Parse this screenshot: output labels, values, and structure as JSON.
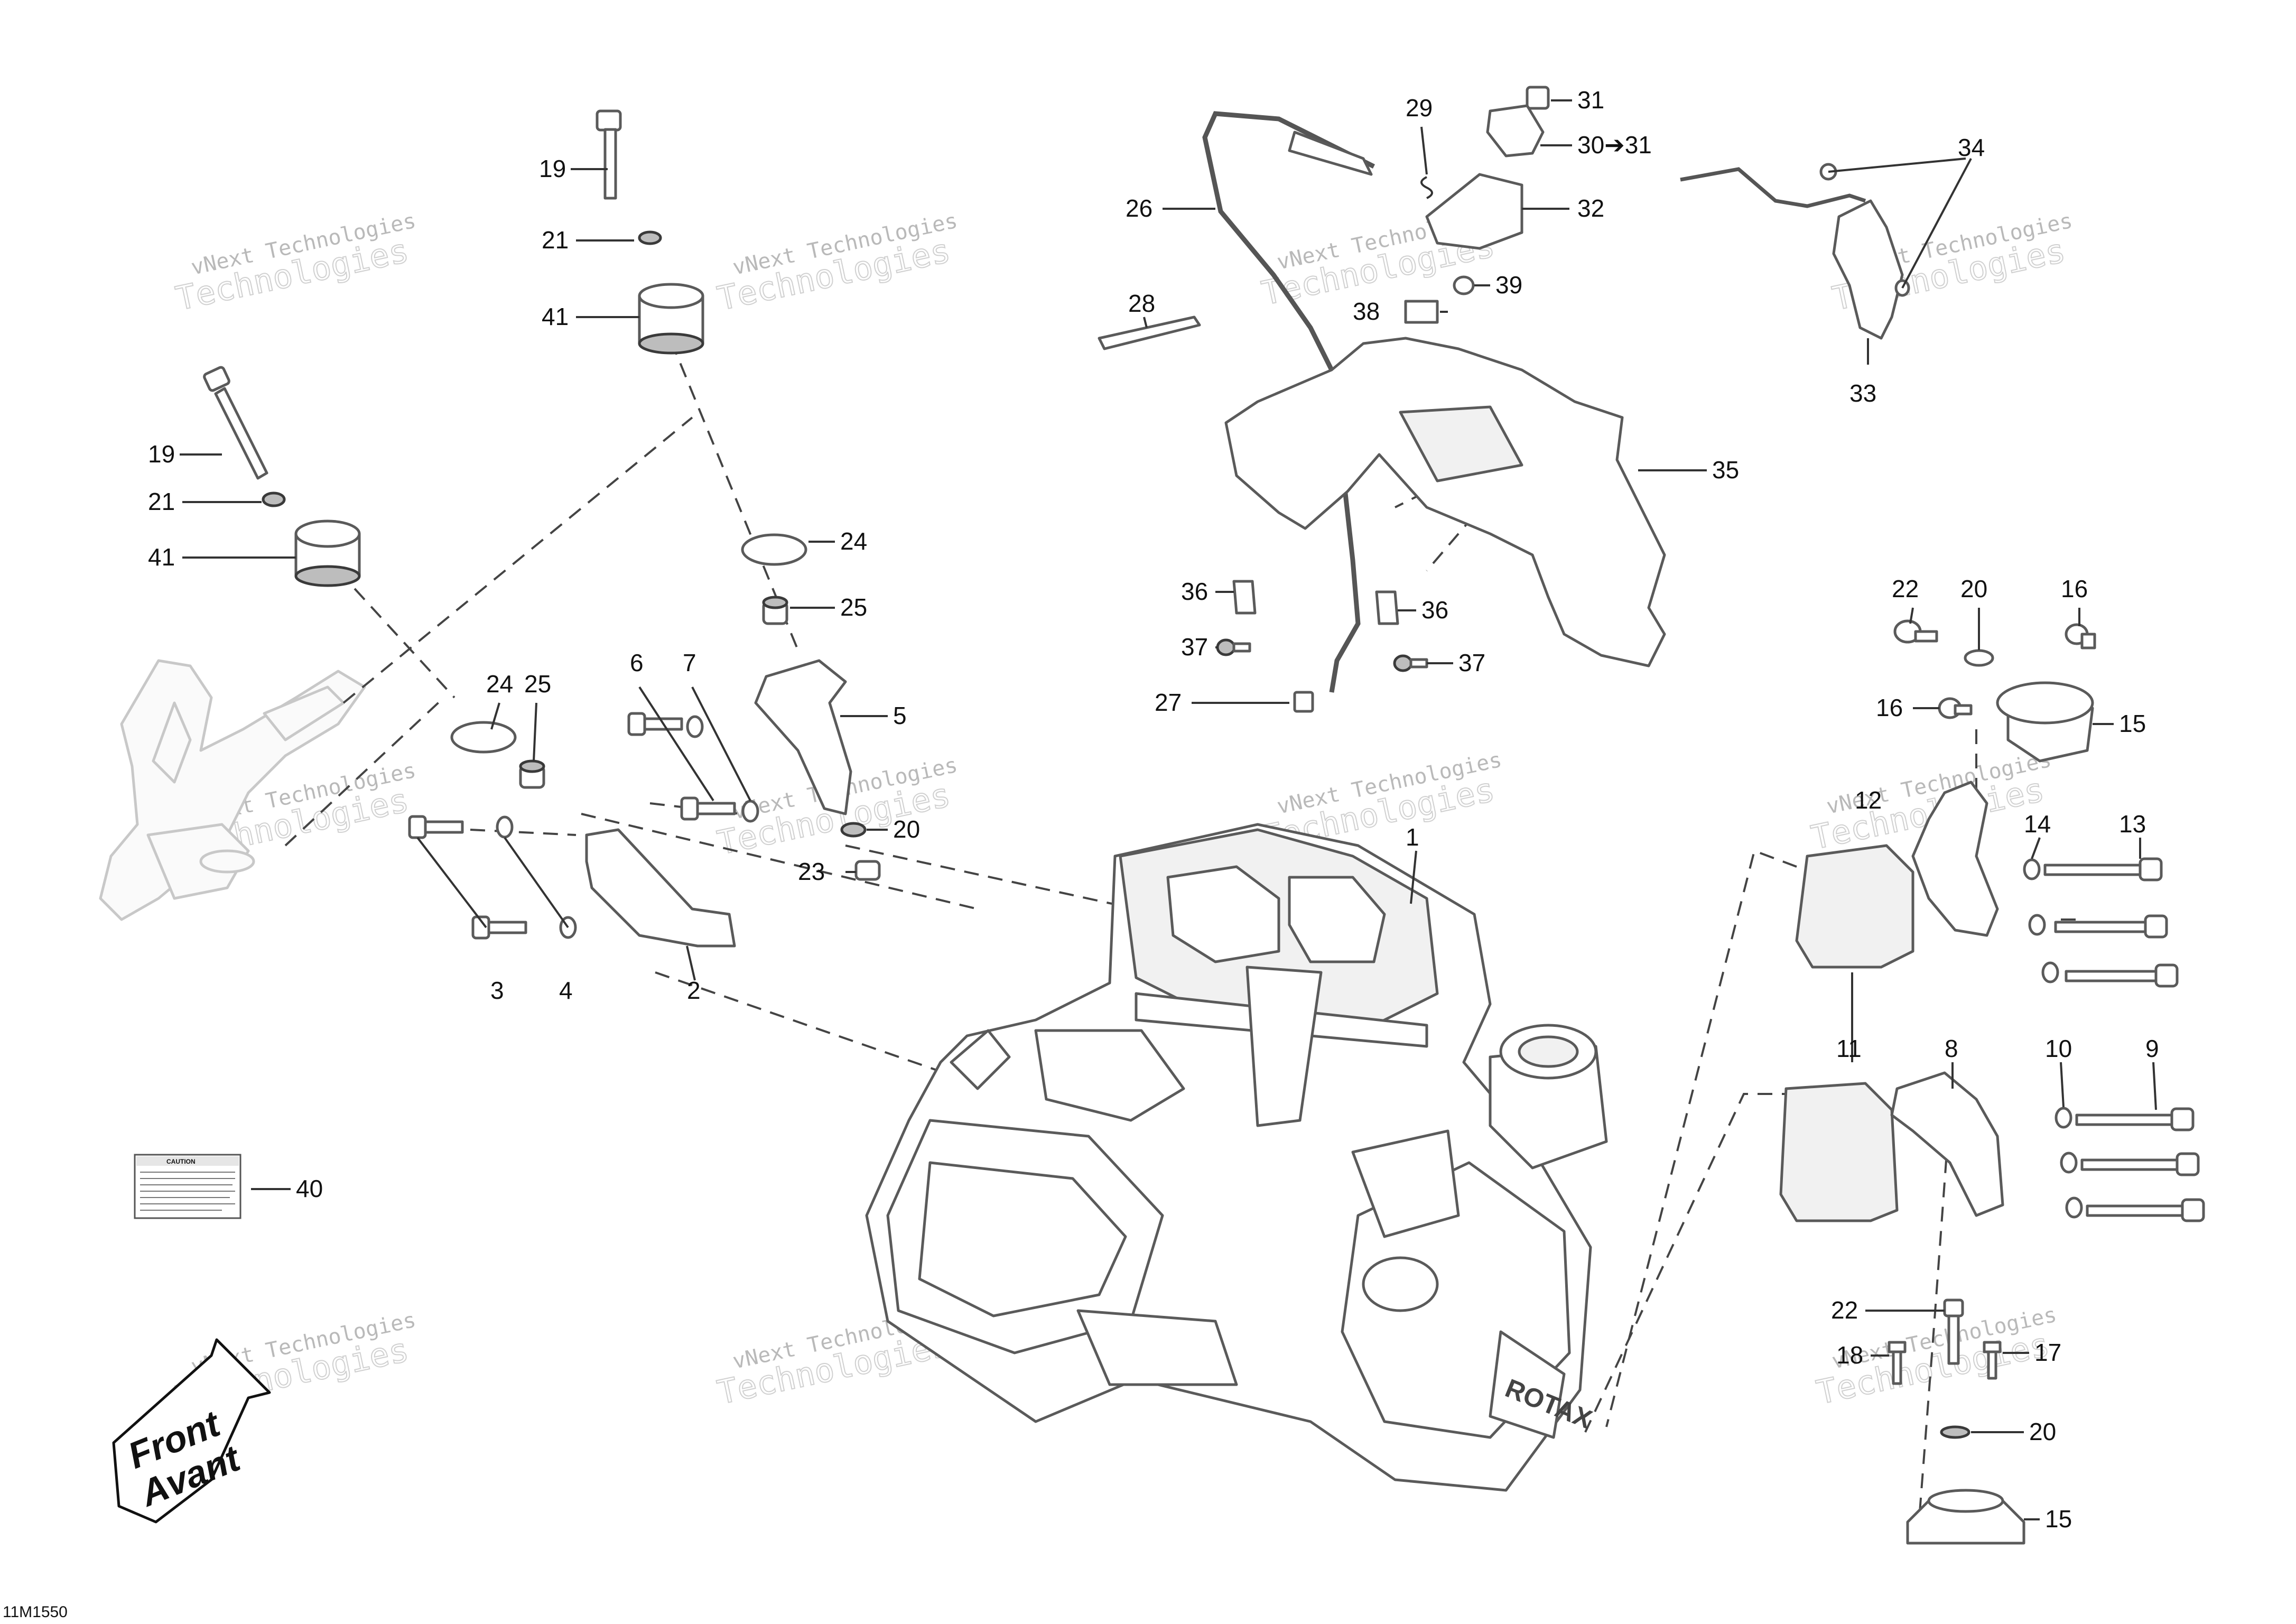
{
  "diagram_id": "11M1550",
  "watermark_lines": [
    "vNext Technologies",
    "Technologies"
  ],
  "caution_label_title": "CAUTION",
  "front_arrow": {
    "line1": "Front",
    "line2": "Avant"
  },
  "callouts": {
    "c1": "1",
    "c2": "2",
    "c3": "3",
    "c4": "4",
    "c5": "5",
    "c6": "6",
    "c7": "7",
    "c8": "8",
    "c9": "9",
    "c10": "10",
    "c11": "11",
    "c12": "12",
    "c13": "13",
    "c14": "14",
    "c15a": "15",
    "c15b": "15",
    "c16a": "16",
    "c16b": "16",
    "c17": "17",
    "c18": "18",
    "c19a": "19",
    "c19b": "19",
    "c20a": "20",
    "c20b": "20",
    "c20c": "20",
    "c21a": "21",
    "c21b": "21",
    "c22a": "22",
    "c22b": "22",
    "c23": "23",
    "c24a": "24",
    "c24b": "24",
    "c25a": "25",
    "c25b": "25",
    "c26": "26",
    "c27": "27",
    "c28": "28",
    "c29": "29",
    "c30": "30➔31",
    "c31": "31",
    "c32": "32",
    "c33": "33",
    "c34": "34",
    "c35": "35",
    "c36a": "36",
    "c36b": "36",
    "c37a": "37",
    "c37b": "37",
    "c38": "38",
    "c39": "39",
    "c40": "40",
    "c41a": "41",
    "c41b": "41"
  }
}
